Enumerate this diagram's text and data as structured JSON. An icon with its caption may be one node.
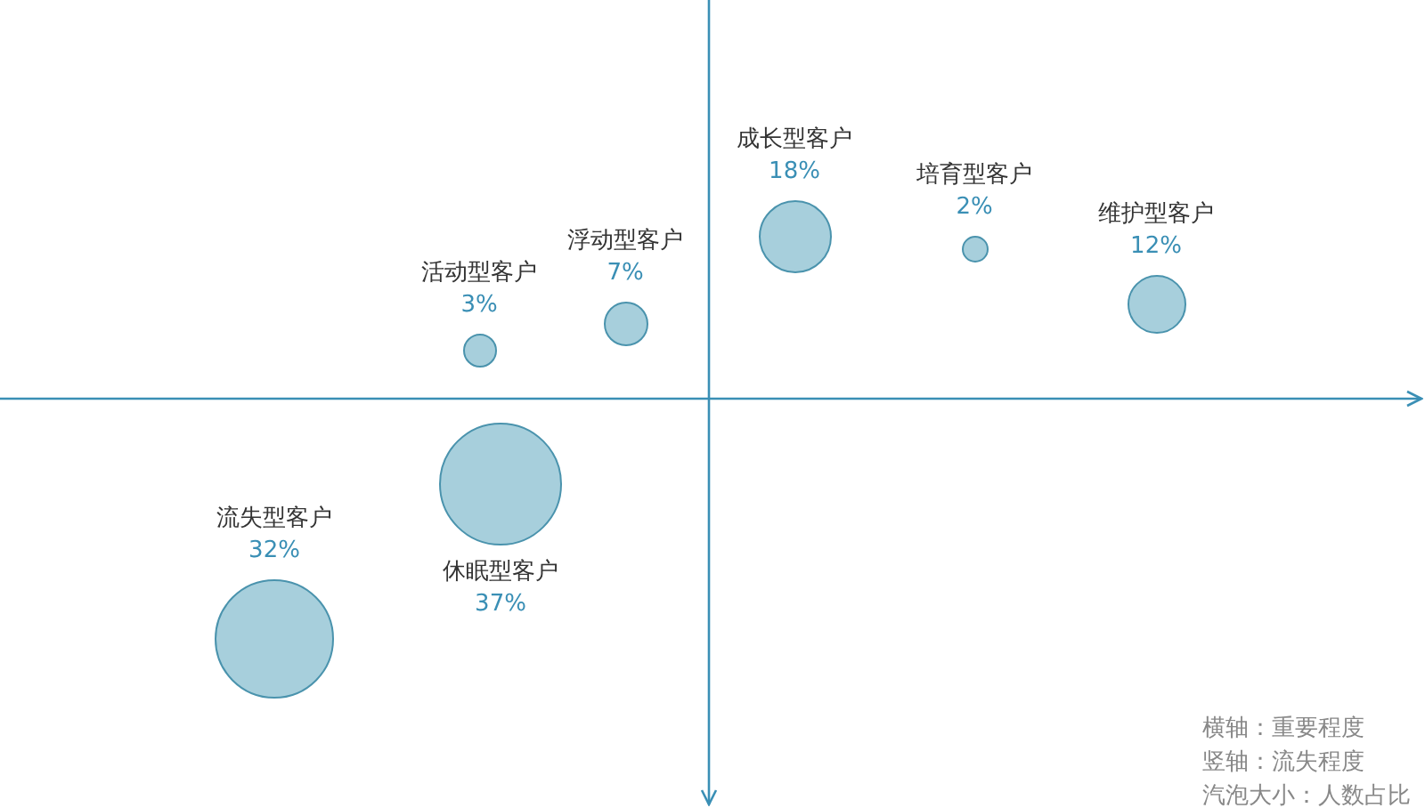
{
  "diagram": {
    "nodes": [
      {
        "text": [
          "成长型客户",
          "18%"
        ]
      },
      {
        "text": [
          "培育型客户",
          "2%"
        ]
      },
      {
        "text": [
          "浮动型客户",
          "7%"
        ]
      },
      {
        "text": [
          "维护型客户",
          "12%"
        ]
      },
      {
        "text": [
          "活动型客户",
          "3%"
        ]
      },
      {
        "text": [
          "休眠型客户",
          "37%"
        ]
      },
      {
        "text": [
          "流失型客户",
          "32%"
        ]
      }
    ],
    "labels": [
      "横轴：重要程度",
      "竖轴：流失程度",
      "汽泡大小：人数占比"
    ]
  }
}
